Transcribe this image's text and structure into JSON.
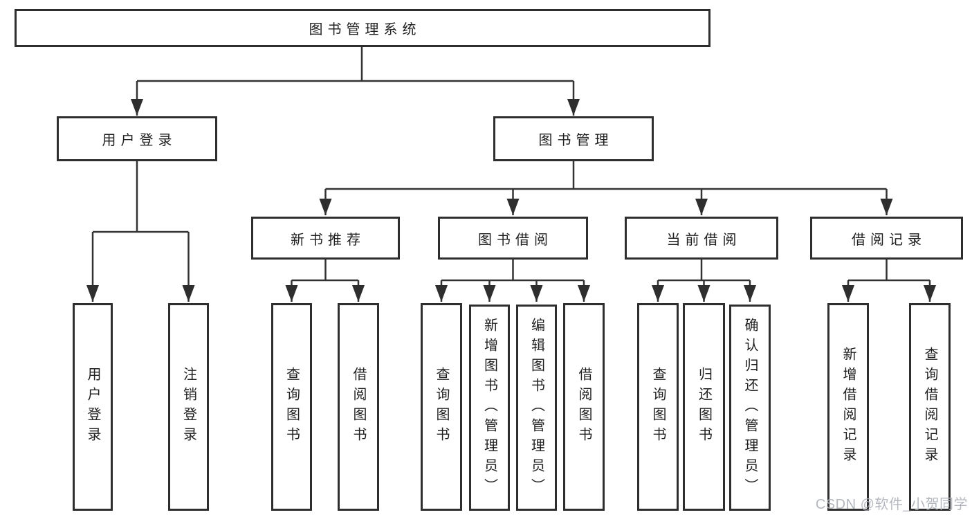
{
  "tree": {
    "root": {
      "label": "图书管理系统",
      "children": [
        {
          "label": "用户登录",
          "children": [
            {
              "label": "用户登录"
            },
            {
              "label": "注销登录"
            }
          ]
        },
        {
          "label": "图书管理",
          "children": [
            {
              "label": "新书推荐",
              "children": [
                {
                  "label": "查询图书"
                },
                {
                  "label": "借阅图书"
                }
              ]
            },
            {
              "label": "图书借阅",
              "children": [
                {
                  "label": "查询图书"
                },
                {
                  "label": "新增图书（管理员）"
                },
                {
                  "label": "编辑图书（管理员）"
                },
                {
                  "label": "借阅图书"
                }
              ]
            },
            {
              "label": "当前借阅",
              "children": [
                {
                  "label": "查询图书"
                },
                {
                  "label": "归还图书"
                },
                {
                  "label": "确认归还（管理员）"
                }
              ]
            },
            {
              "label": "借阅记录",
              "children": [
                {
                  "label": "新增借阅记录"
                },
                {
                  "label": "查询借阅记录"
                }
              ]
            }
          ]
        }
      ]
    }
  },
  "watermark": "CSDN @软件_小贺同学",
  "colors": {
    "line": "#333333",
    "box_border": "#2e2e2e",
    "box_fill": "#ffffff",
    "text": "#1f1f1f",
    "watermark": "#aeb2b9",
    "background": "#ffffff"
  }
}
